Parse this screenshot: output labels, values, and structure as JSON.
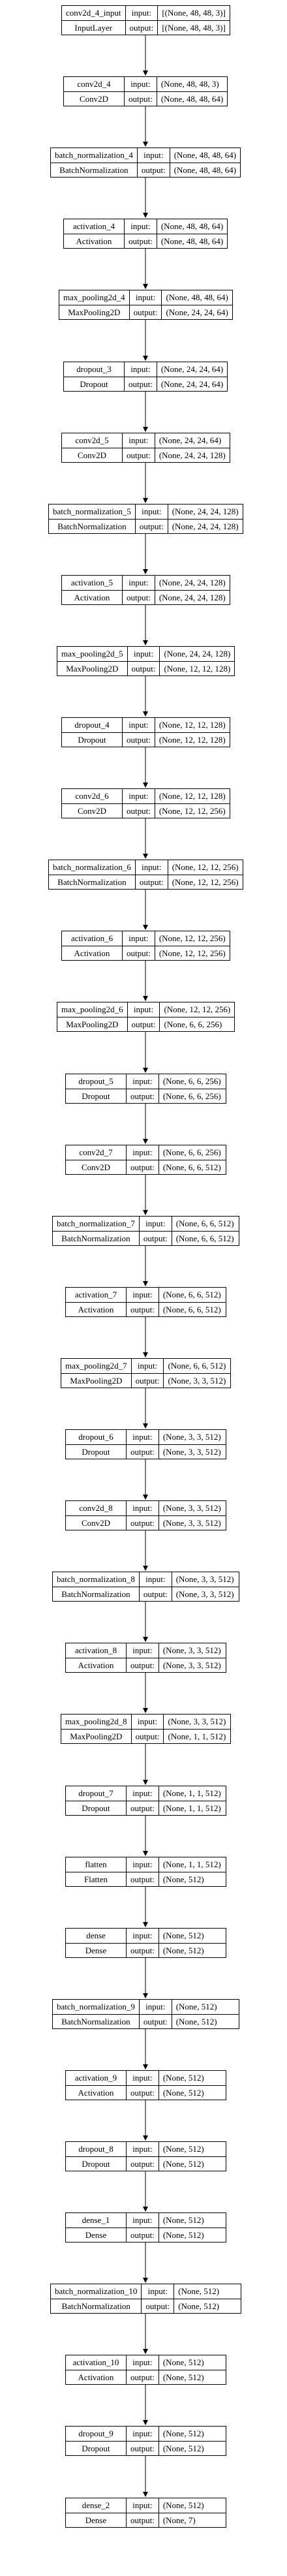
{
  "layers": [
    {
      "name": "conv2d_4_input",
      "type": "InputLayer",
      "input": "[(None, 48, 48, 3)]",
      "output": "[(None, 48, 48, 3)]"
    },
    {
      "name": "conv2d_4",
      "type": "Conv2D",
      "input": "(None, 48, 48, 3)",
      "output": "(None, 48, 48, 64)"
    },
    {
      "name": "batch_normalization_4",
      "type": "BatchNormalization",
      "input": "(None, 48, 48, 64)",
      "output": "(None, 48, 48, 64)"
    },
    {
      "name": "activation_4",
      "type": "Activation",
      "input": "(None, 48, 48, 64)",
      "output": "(None, 48, 48, 64)"
    },
    {
      "name": "max_pooling2d_4",
      "type": "MaxPooling2D",
      "input": "(None, 48, 48, 64)",
      "output": "(None, 24, 24, 64)"
    },
    {
      "name": "dropout_3",
      "type": "Dropout",
      "input": "(None, 24, 24, 64)",
      "output": "(None, 24, 24, 64)"
    },
    {
      "name": "conv2d_5",
      "type": "Conv2D",
      "input": "(None, 24, 24, 64)",
      "output": "(None, 24, 24, 128)"
    },
    {
      "name": "batch_normalization_5",
      "type": "BatchNormalization",
      "input": "(None, 24, 24, 128)",
      "output": "(None, 24, 24, 128)"
    },
    {
      "name": "activation_5",
      "type": "Activation",
      "input": "(None, 24, 24, 128)",
      "output": "(None, 24, 24, 128)"
    },
    {
      "name": "max_pooling2d_5",
      "type": "MaxPooling2D",
      "input": "(None, 24, 24, 128)",
      "output": "(None, 12, 12, 128)"
    },
    {
      "name": "dropout_4",
      "type": "Dropout",
      "input": "(None, 12, 12, 128)",
      "output": "(None, 12, 12, 128)"
    },
    {
      "name": "conv2d_6",
      "type": "Conv2D",
      "input": "(None, 12, 12, 128)",
      "output": "(None, 12, 12, 256)"
    },
    {
      "name": "batch_normalization_6",
      "type": "BatchNormalization",
      "input": "(None, 12, 12, 256)",
      "output": "(None, 12, 12, 256)"
    },
    {
      "name": "activation_6",
      "type": "Activation",
      "input": "(None, 12, 12, 256)",
      "output": "(None, 12, 12, 256)"
    },
    {
      "name": "max_pooling2d_6",
      "type": "MaxPooling2D",
      "input": "(None, 12, 12, 256)",
      "output": "(None, 6, 6, 256)"
    },
    {
      "name": "dropout_5",
      "type": "Dropout",
      "input": "(None, 6, 6, 256)",
      "output": "(None, 6, 6, 256)"
    },
    {
      "name": "conv2d_7",
      "type": "Conv2D",
      "input": "(None, 6, 6, 256)",
      "output": "(None, 6, 6, 512)"
    },
    {
      "name": "batch_normalization_7",
      "type": "BatchNormalization",
      "input": "(None, 6, 6, 512)",
      "output": "(None, 6, 6, 512)"
    },
    {
      "name": "activation_7",
      "type": "Activation",
      "input": "(None, 6, 6, 512)",
      "output": "(None, 6, 6, 512)"
    },
    {
      "name": "max_pooling2d_7",
      "type": "MaxPooling2D",
      "input": "(None, 6, 6, 512)",
      "output": "(None, 3, 3, 512)"
    },
    {
      "name": "dropout_6",
      "type": "Dropout",
      "input": "(None, 3, 3, 512)",
      "output": "(None, 3, 3, 512)"
    },
    {
      "name": "conv2d_8",
      "type": "Conv2D",
      "input": "(None, 3, 3, 512)",
      "output": "(None, 3, 3, 512)"
    },
    {
      "name": "batch_normalization_8",
      "type": "BatchNormalization",
      "input": "(None, 3, 3, 512)",
      "output": "(None, 3, 3, 512)"
    },
    {
      "name": "activation_8",
      "type": "Activation",
      "input": "(None, 3, 3, 512)",
      "output": "(None, 3, 3, 512)"
    },
    {
      "name": "max_pooling2d_8",
      "type": "MaxPooling2D",
      "input": "(None, 3, 3, 512)",
      "output": "(None, 1, 1, 512)"
    },
    {
      "name": "dropout_7",
      "type": "Dropout",
      "input": "(None, 1, 1, 512)",
      "output": "(None, 1, 1, 512)"
    },
    {
      "name": "flatten",
      "type": "Flatten",
      "input": "(None, 1, 1, 512)",
      "output": "(None, 512)"
    },
    {
      "name": "dense",
      "type": "Dense",
      "input": "(None, 512)",
      "output": "(None, 512)"
    },
    {
      "name": "batch_normalization_9",
      "type": "BatchNormalization",
      "input": "(None, 512)",
      "output": "(None, 512)"
    },
    {
      "name": "activation_9",
      "type": "Activation",
      "input": "(None, 512)",
      "output": "(None, 512)"
    },
    {
      "name": "dropout_8",
      "type": "Dropout",
      "input": "(None, 512)",
      "output": "(None, 512)"
    },
    {
      "name": "dense_1",
      "type": "Dense",
      "input": "(None, 512)",
      "output": "(None, 512)"
    },
    {
      "name": "batch_normalization_10",
      "type": "BatchNormalization",
      "input": "(None, 512)",
      "output": "(None, 512)"
    },
    {
      "name": "activation_10",
      "type": "Activation",
      "input": "(None, 512)",
      "output": "(None, 512)"
    },
    {
      "name": "dropout_9",
      "type": "Dropout",
      "input": "(None, 512)",
      "output": "(None, 512)"
    },
    {
      "name": "dense_2",
      "type": "Dense",
      "input": "(None, 512)",
      "output": "(None, 7)"
    }
  ],
  "labels": {
    "input": "input:",
    "output": "output:"
  }
}
